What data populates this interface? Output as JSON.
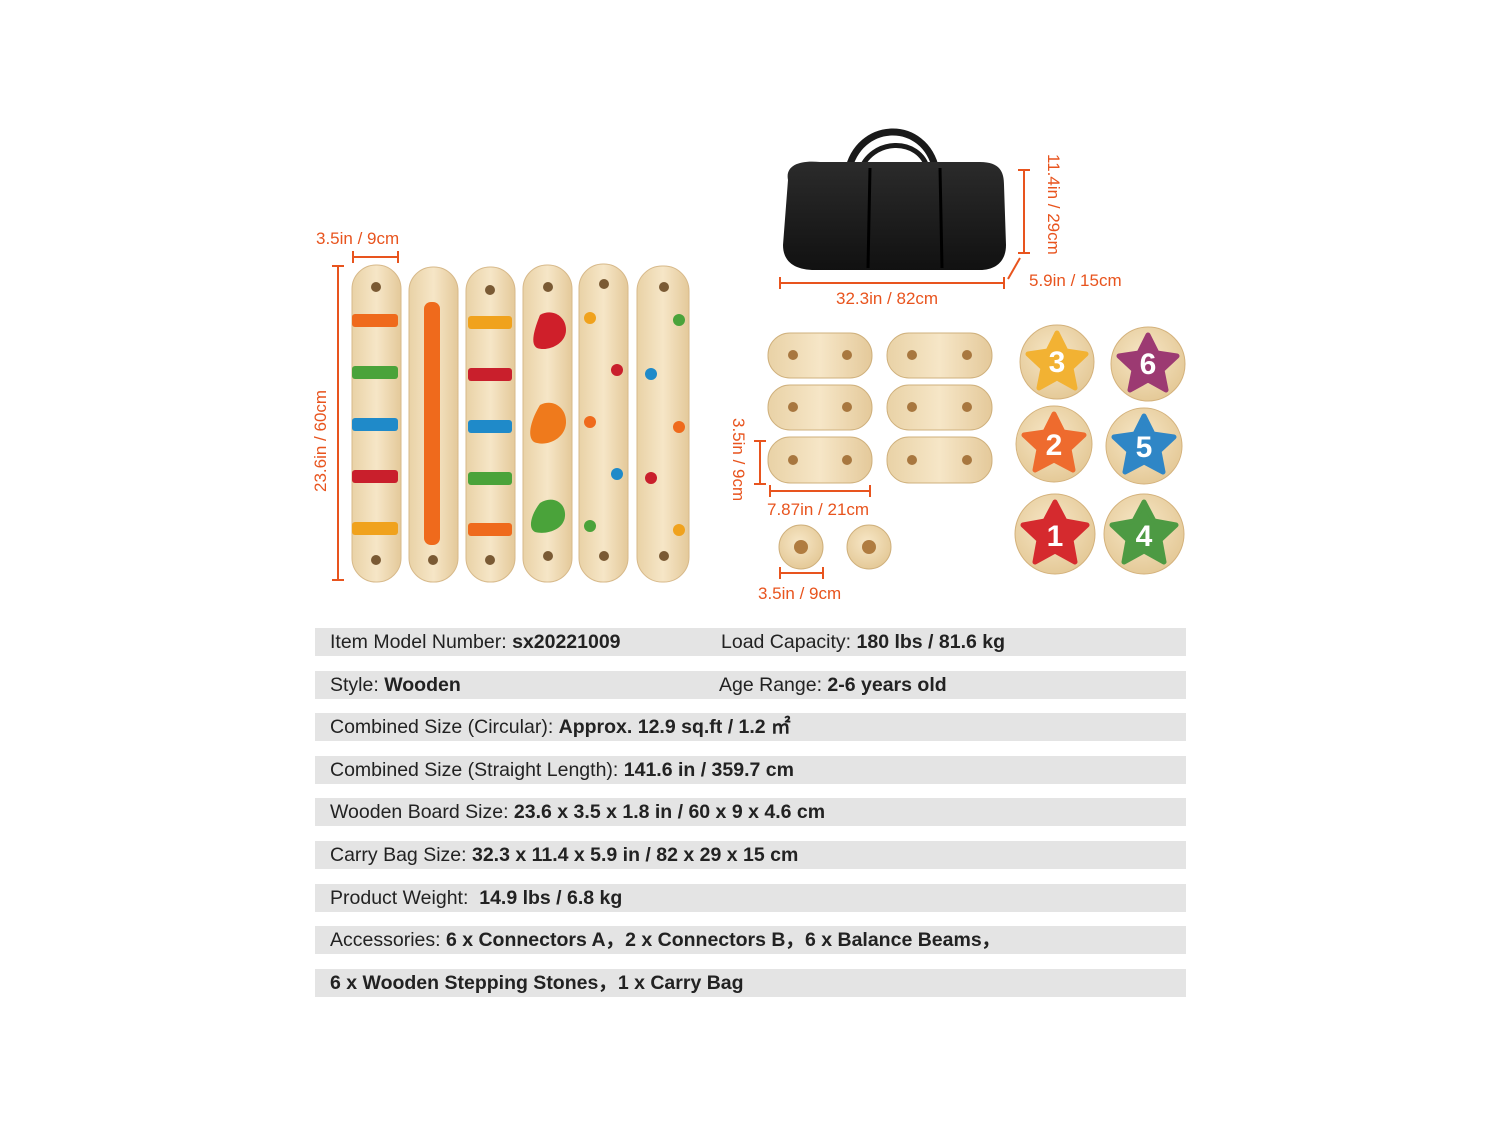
{
  "dimensions": {
    "board_width": "3.5in / 9cm",
    "board_length": "23.6in / 60cm",
    "bag_height": "11.4in / 29cm",
    "bag_length": "32.3in / 82cm",
    "bag_depth": "5.9in / 15cm",
    "connector_width": "3.5in / 9cm",
    "connector_length": "7.87in / 21cm",
    "small_connector": "3.5in / 9cm"
  },
  "stones": [
    "3",
    "6",
    "2",
    "5",
    "1",
    "4"
  ],
  "colors": {
    "dimension": "#e8541e",
    "wood": "#f1dfbd",
    "stone_orange_yellow": "#f2b233",
    "stone_purple": "#9c3a72",
    "stone_orange": "#ee6b2e",
    "stone_blue": "#2f86c6",
    "stone_red": "#d52a2e",
    "stone_green": "#4d9a43"
  },
  "specs": [
    [
      {
        "k": "Item Model Number: ",
        "v": "sx20221009"
      },
      {
        "k": "Load Capacity: ",
        "v": "180 lbs / 81.6 kg"
      }
    ],
    [
      {
        "k": "Style: ",
        "v": "Wooden"
      },
      {
        "k": "Age Range: ",
        "v": "2-6 years old"
      }
    ],
    [
      {
        "k": "Combined Size (Circular): ",
        "v": "Approx. 12.9 sq.ft / 1.2 ㎡"
      }
    ],
    [
      {
        "k": "Combined Size (Straight Length): ",
        "v": "141.6 in / 359.7 cm"
      }
    ],
    [
      {
        "k": "Wooden Board Size: ",
        "v": "23.6 x 3.5 x 1.8 in / 60 x 9 x 4.6 cm"
      }
    ],
    [
      {
        "k": "Carry Bag Size: ",
        "v": "32.3 x 11.4 x 5.9 in / 82 x 29 x 15 cm"
      }
    ],
    [
      {
        "k": "Product Weight:  ",
        "v": "14.9 lbs / 6.8 kg"
      }
    ],
    [
      {
        "k": "Accessories: ",
        "v": "6 x Connectors A，2 x Connectors B，6 x Balance Beams，"
      }
    ],
    [
      {
        "k": "",
        "v": "6 x Wooden Stepping Stones，1 x Carry Bag"
      }
    ]
  ]
}
